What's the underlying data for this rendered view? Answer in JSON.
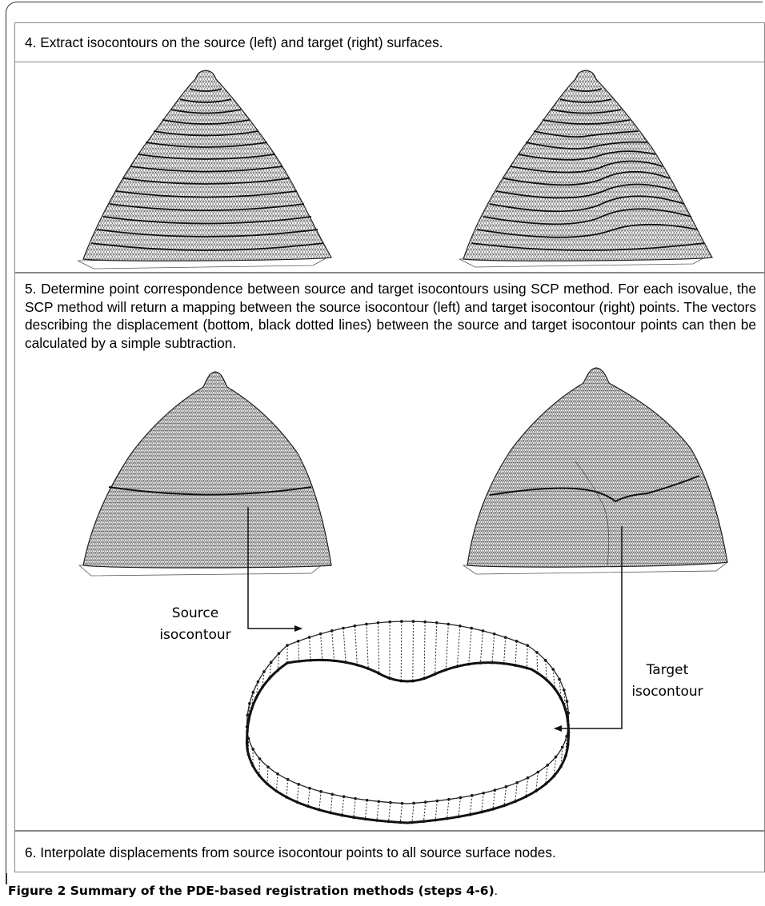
{
  "steps": {
    "step4": {
      "text": "4. Extract isocontours on the source (left) and target (right) surfaces."
    },
    "step5": {
      "text": "5. Determine point correspondence between source and target isocontours using SCP method. For each isovalue, the SCP method will return a mapping between the source isocontour (left) and target isocontour (right) points.  The vectors describing the displacement (bottom, black dotted lines) between the source and target isocontour points can then be calculated by a simple subtraction."
    },
    "step6": {
      "text": "6. Interpolate displacements from source isocontour points to all source surface nodes."
    }
  },
  "labels": {
    "source_line1": "Source",
    "source_line2": "isocontour",
    "target_line1": "Target",
    "target_line2": "isocontour"
  },
  "caption": {
    "bold": "Figure 2 Summary of the PDE-based registration methods (steps 4-6)",
    "tail": "."
  },
  "colors": {
    "mesh": "#555555",
    "contour": "#111111",
    "frame": "#333333",
    "panel_border": "#888888"
  }
}
